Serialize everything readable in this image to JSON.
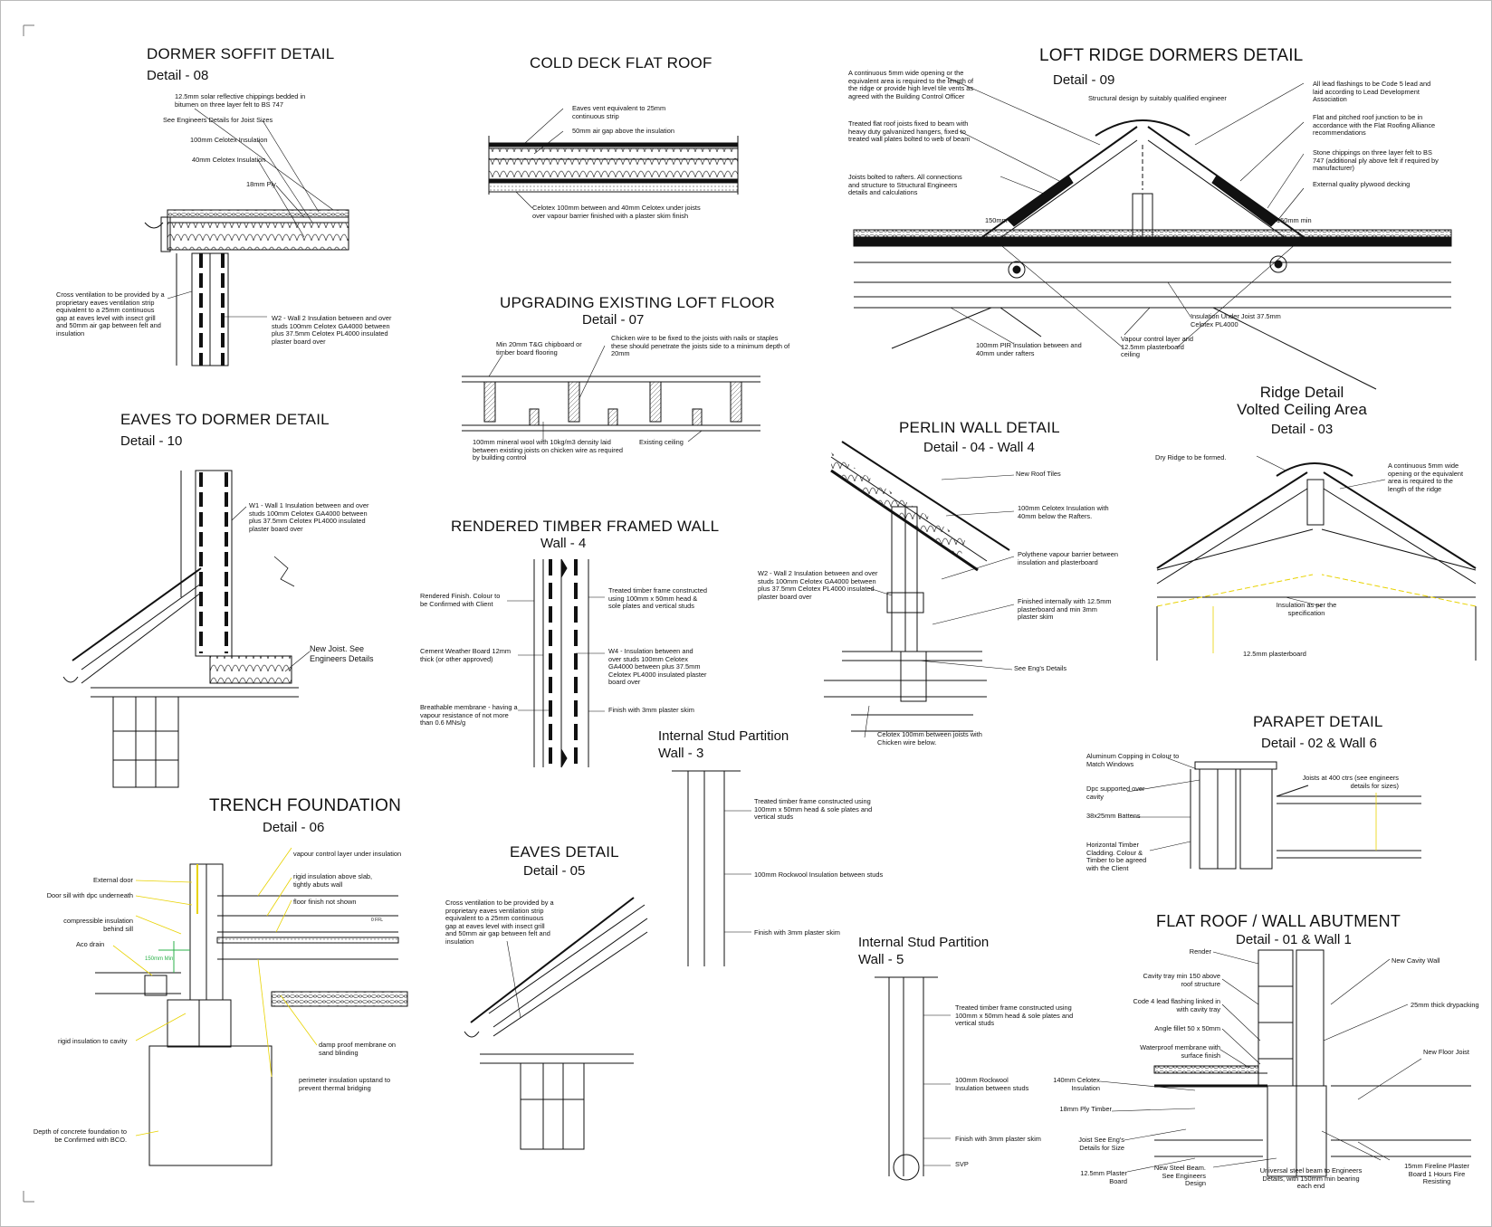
{
  "sections": {
    "dormer_soffit": {
      "title": "DORMER SOFFIT DETAIL",
      "subtitle": "Detail - 08",
      "notes": [
        "12.5mm solar reflective chippings bedded in bitumen on three layer felt to BS 747",
        "See Engineers Details for Joist Sizes",
        "100mm Celotex Insulation",
        "40mm Celotex Insulation",
        "18mm Ply",
        "Cross ventilation to be provided by a proprietary eaves ventilation strip equivalent to a 25mm continuous gap at eaves level with insect grill and 50mm air gap between felt and insulation",
        "W2 - Wall 2 Insulation between and over studs 100mm Celotex GA4000 between plus 37.5mm Celotex PL4000 insulated plaster board over"
      ]
    },
    "cold_deck": {
      "title": "COLD DECK FLAT ROOF",
      "notes": [
        "Eaves vent equivalent  to 25mm  continuous strip",
        "50mm   air gap  above  the  insulation",
        "Celotex 100mm between and 40mm Celotex under joists over vapour barrier finished with a plaster skim finish"
      ]
    },
    "loft_ridge": {
      "title": "LOFT RIDGE DORMERS DETAIL",
      "subtitle": "Detail - 09",
      "notes": [
        "A continuous 5mm wide opening or the equivalent area is required to the length of the ridge or provide high level tile vents as agreed with the Building Control Officer",
        "Structural design by suitably qualified engineer",
        "Treated flat roof joists fixed to beam with heavy duty galvanized hangers, fixed to treated wall plates bolted to web of beam",
        "Joists bolted to rafters. All connections and structure to Structural Engineers details and calculations",
        "150mm min",
        "150mm min",
        "All lead flashings to be Code 5 lead and laid according to Lead Development Association",
        "Flat and pitched roof junction to be in accordance with the Flat Roofing Alliance recommendations",
        "Stone chippings on three layer felt to BS 747 (additional ply above felt if required by manufacturer)",
        "External quality plywood decking",
        "Insulation Under Joist 37.5mm Celotex PL4000",
        "100mm PIR insulation between and 40mm under rafters",
        "Vapour control layer and 12.5mm plasterboard ceiling"
      ]
    },
    "loft_floor": {
      "title": "UPGRADING EXISTING LOFT FLOOR",
      "subtitle": "Detail - 07",
      "notes": [
        "Min 20mm T&G chipboard or timber board flooring",
        "Chicken wire to be fixed to the joists with nails or staples these should penetrate the joists side to a minimum depth of 20mm",
        "100mm mineral wool with 10kg/m3 density laid between existing joists on chicken wire as required by building control",
        "Existing ceiling"
      ]
    },
    "eaves_dormer": {
      "title": "EAVES TO DORMER DETAIL",
      "subtitle": "Detail - 10",
      "notes": [
        "W1 - Wall 1 Insulation between and over studs 100mm Celotex GA4000 between plus 37.5mm Celotex PL4000 insulated plaster board over",
        "New Joist. See Engineers Details"
      ]
    },
    "rendered_wall": {
      "title": "RENDERED TIMBER FRAMED WALL",
      "subtitle": "Wall - 4",
      "notes": [
        "Rendered Finish. Colour to be Confirmed with Client",
        "Cement Weather Board 12mm thick (or other approved)",
        "Breathable membrane - having a vapour resistance of not more than 0.6 MNs/g",
        "Treated timber frame constructed using 100mm x 50mm head & sole plates and vertical studs",
        "W4 - Insulation between and over studs 100mm Celotex GA4000 between plus 37.5mm Celotex PL4000 insulated plaster board over",
        "Finish with 3mm plaster skim"
      ]
    },
    "perlin_wall": {
      "title": "PERLIN WALL DETAIL",
      "subtitle": "Detail - 04 - Wall 4",
      "notes": [
        "New Roof Tiles",
        "100mm Celotex Insulation with 40mm below the Rafters.",
        "Polythene vapour barrier between insulation and plasterboard",
        "Finished internally with 12.5mm plasterboard and min 3mm plaster skim",
        "See Eng's Details",
        "W2 - Wall 2 Insulation between and over studs 100mm Celotex GA4000 between plus 37.5mm Celotex PL4000 insulated plaster board over",
        "Celotex 100mm between joists with Chicken wire below."
      ]
    },
    "ridge_detail": {
      "title": "Ridge Detail",
      "title2": "Volted Ceiling Area",
      "subtitle": "Detail - 03",
      "notes": [
        "Dry Ridge to be formed.",
        "A continuous 5mm wide opening or the equivalent area is required to the length of the ridge",
        "Insulation as per the specification",
        "12.5mm plasterboard"
      ]
    },
    "stud_3": {
      "title": "Internal Stud Partition",
      "subtitle": "Wall - 3",
      "notes": [
        "Treated timber frame constructed using 100mm x 50mm head & sole plates and vertical studs",
        "100mm Rockwool Insulation between studs",
        "Finish with 3mm plaster skim"
      ]
    },
    "trench": {
      "title": "TRENCH FOUNDATION",
      "subtitle": "Detail - 06",
      "notes": [
        "External door",
        "Door sill with dpc underneath",
        "compressible insulation behind sill",
        "Aco drain",
        "rigid insulation to cavity",
        "Depth of concrete foundation to be Confirmed with BCO.",
        "vapour control layer under insulation",
        "rigid insulation above slab, tightly abuts wall",
        "floor finish not shown",
        "damp proof membrane on sand blinding",
        "perimeter insulation upstand to prevent thermal bridging"
      ],
      "dim": "150mm Min",
      "ffl": "0 FFL"
    },
    "eaves_detail": {
      "title": "EAVES DETAIL",
      "subtitle": "Detail - 05",
      "notes": [
        "Cross ventilation to be provided by a proprietary eaves ventilation strip equivalent to a 25mm continuous gap at eaves level with insect grill and 50mm air gap between felt and insulation"
      ]
    },
    "stud_5": {
      "title": "Internal Stud Partition",
      "subtitle": "Wall - 5",
      "notes": [
        "Treated timber frame constructed using 100mm x 50mm head & sole plates and vertical studs",
        "100mm Rockwool Insulation between studs",
        "Finish with 3mm plaster skim",
        "SVP"
      ]
    },
    "parapet": {
      "title": "PARAPET DETAIL",
      "subtitle": "Detail - 02 & Wall 6",
      "notes": [
        "Aluminum Copping in Colour to Match Windows",
        "Dpc supported over cavity",
        "38x25mm Battens",
        "Horizontal Timber Cladding. Colour & Timber to be agreed with the Client",
        "Joists at 400 ctrs (see engineers details for sizes)"
      ]
    },
    "flat_roof": {
      "title": "FLAT ROOF / WALL ABUTMENT",
      "subtitle": "Detail - 01 & Wall 1",
      "notes": [
        "Render",
        "Cavity tray min 150 above roof structure",
        "Code 4 lead flashing linked in with cavity tray",
        "Angle fillet 50 x 50mm",
        "Waterproof membrane with surface finish",
        "140mm Celotex Insulation",
        "18mm Ply Timber",
        "Joist See Eng's Details for Size",
        "12.5mm Plaster Board",
        "New Steel Beam. See Engineers Design",
        "Universal steel beam to Engineers Details, with 150mm min bearing each end",
        "15mm Fireline Plaster Board 1 Hours Fire Resisting",
        "New Cavity Wall",
        "25mm thick drypacking",
        "New Floor Joist"
      ]
    }
  }
}
